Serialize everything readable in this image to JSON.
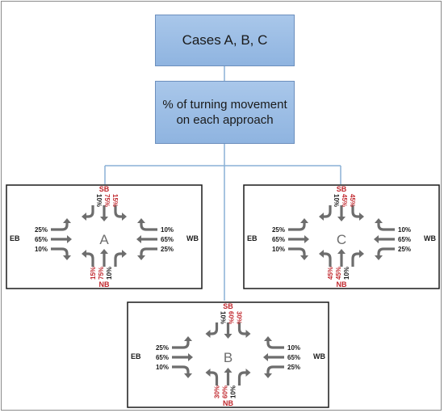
{
  "boxes": {
    "cases": "Cases A, B, C",
    "turning": "% of turning movement on each approach"
  },
  "approach_labels": {
    "north": "SB",
    "south": "NB",
    "west": "EB",
    "east": "WB"
  },
  "colors": {
    "red": "#c0272d",
    "dark": "#1a1a1a",
    "arrow": "#6d6d6d",
    "connector": "#8ab0d6"
  },
  "cases": [
    {
      "id": "A",
      "sb": [
        "10%",
        "75%",
        "15%"
      ],
      "nb": [
        "15%",
        "75%",
        "10%"
      ],
      "eb": [
        "25%",
        "65%",
        "10%"
      ],
      "wb": [
        "10%",
        "65%",
        "25%"
      ]
    },
    {
      "id": "C",
      "sb": [
        "10%",
        "45%",
        "45%"
      ],
      "nb": [
        "45%",
        "45%",
        "10%"
      ],
      "eb": [
        "25%",
        "65%",
        "10%"
      ],
      "wb": [
        "10%",
        "65%",
        "25%"
      ]
    },
    {
      "id": "B",
      "sb": [
        "10%",
        "60%",
        "30%"
      ],
      "nb": [
        "30%",
        "60%",
        "10%"
      ],
      "eb": [
        "25%",
        "65%",
        "10%"
      ],
      "wb": [
        "10%",
        "65%",
        "25%"
      ]
    }
  ]
}
